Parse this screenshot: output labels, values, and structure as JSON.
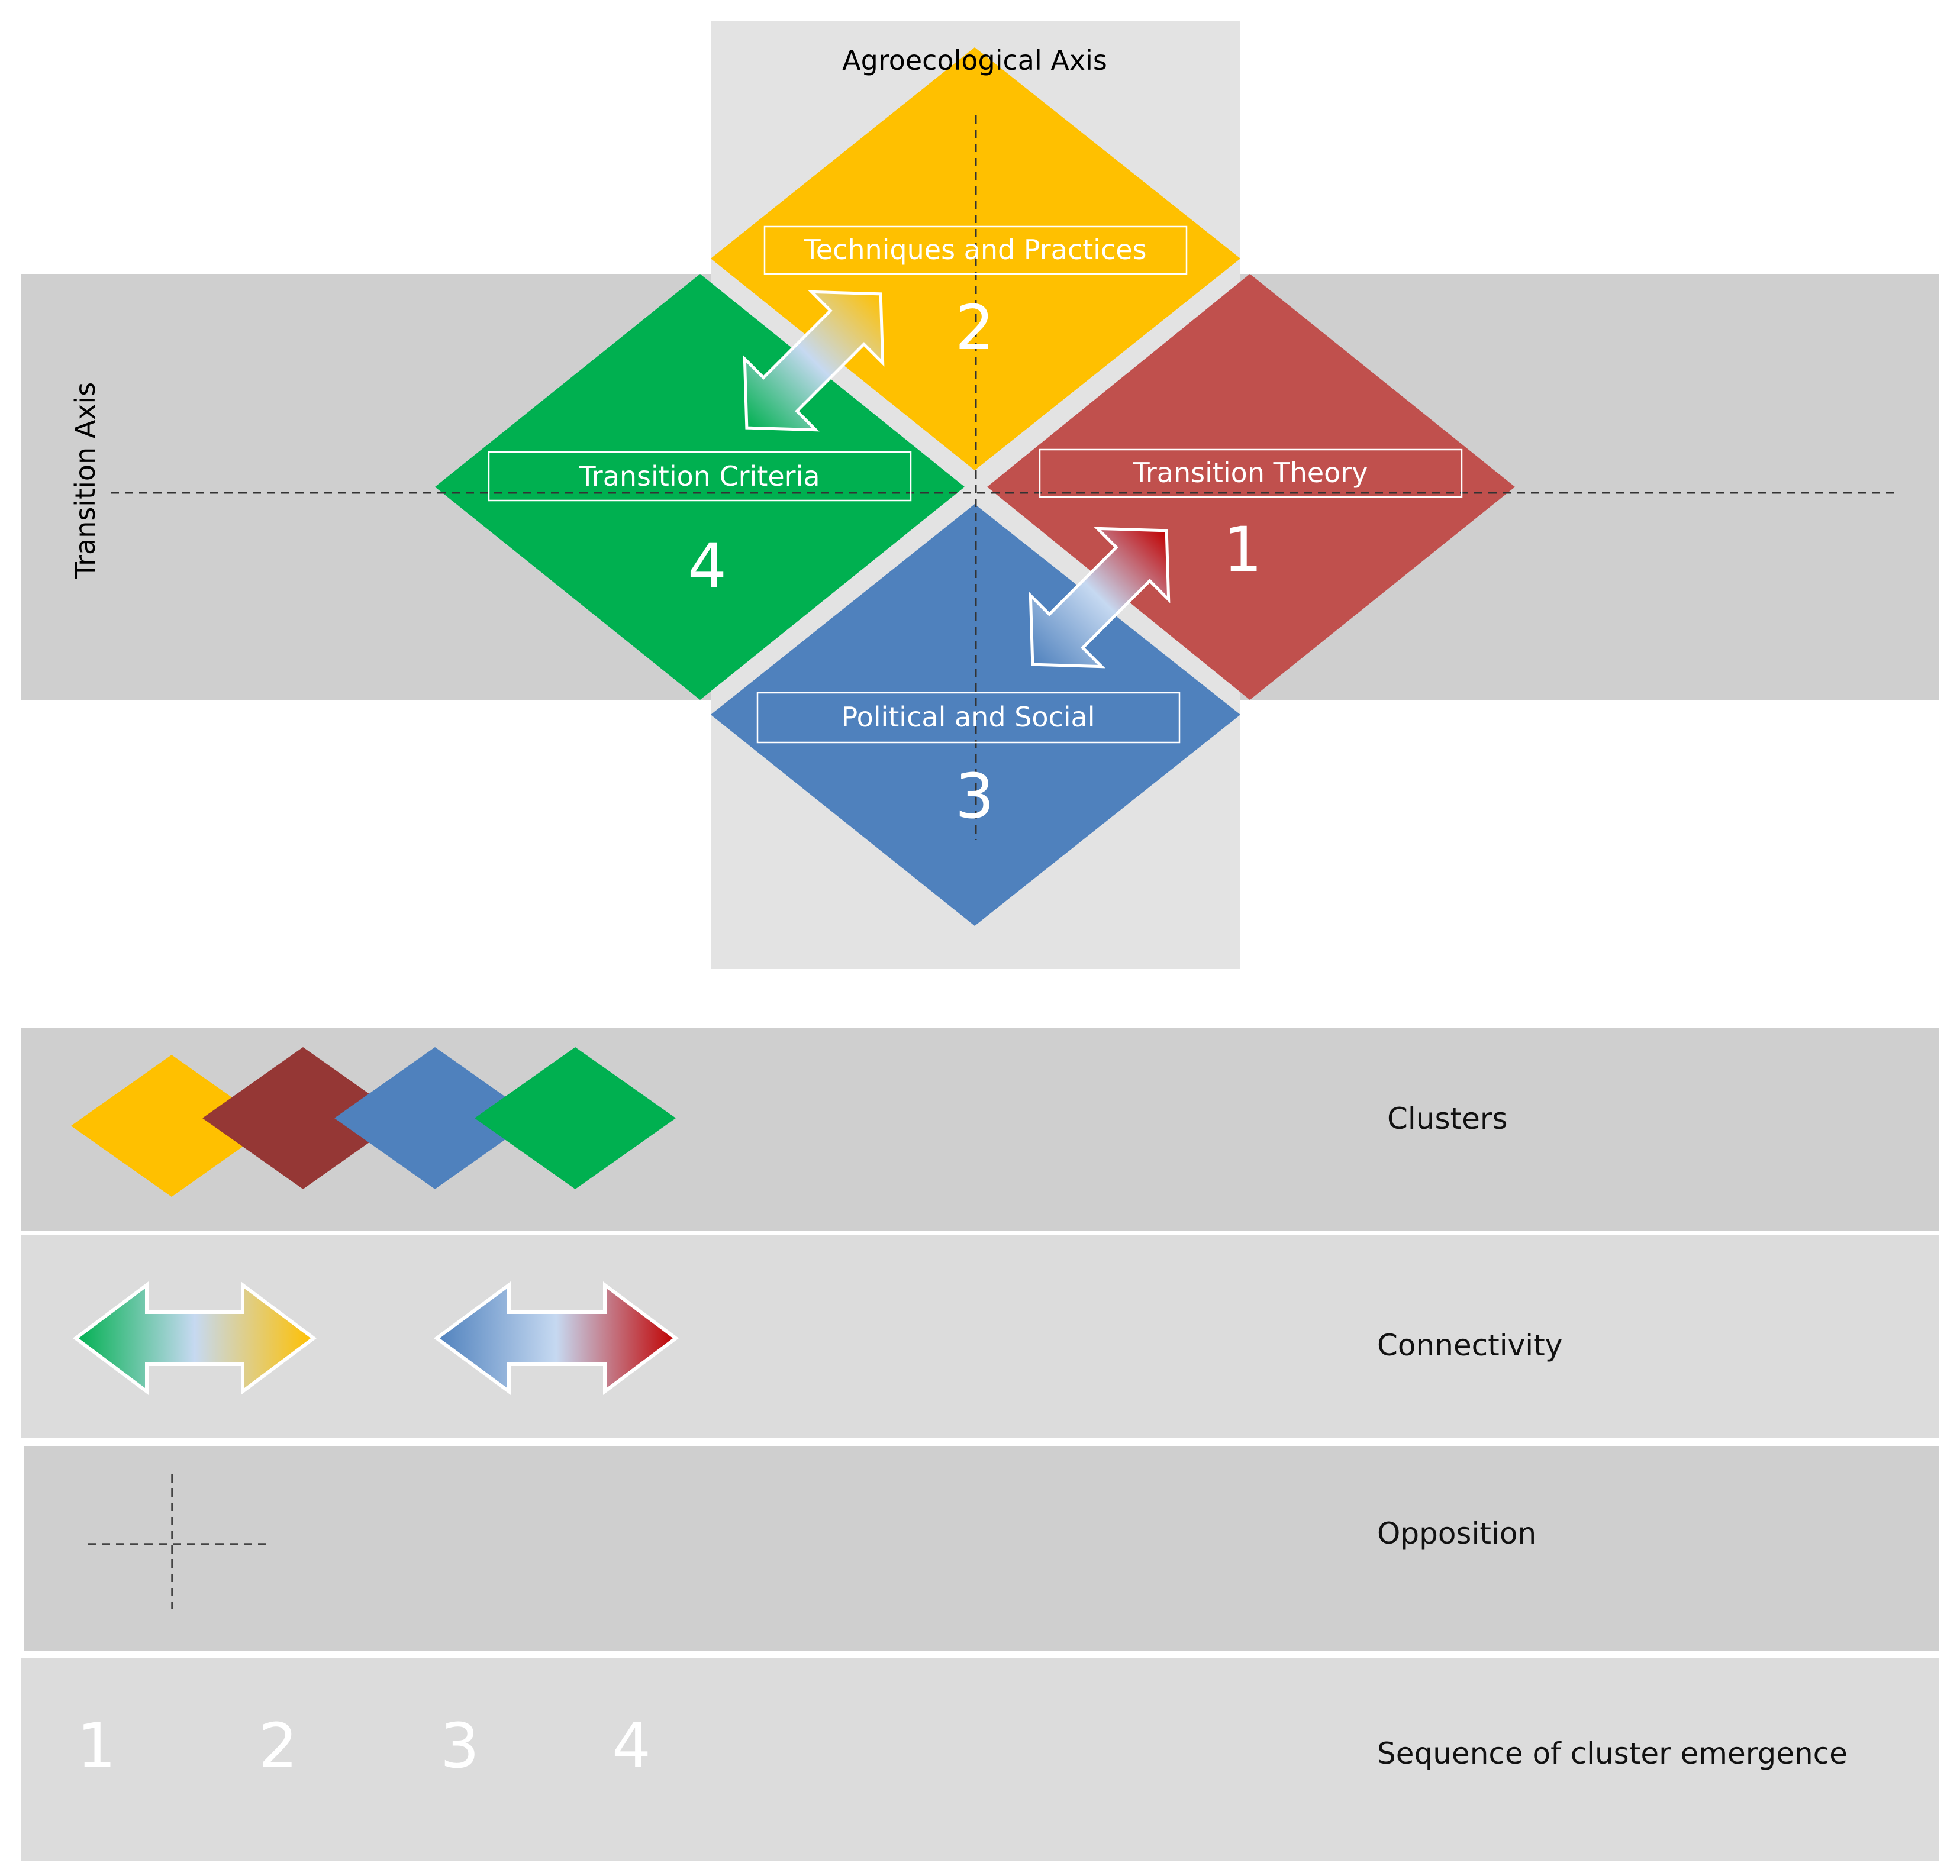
{
  "axes": {
    "agroecological": "Agroecological Axis",
    "transition": "Transition Axis"
  },
  "clusters": {
    "techniques": {
      "label": "Techniques and Practices",
      "number": "2",
      "color": "#FFC000"
    },
    "theory": {
      "label": "Transition Theory",
      "number": "1",
      "color": "#C0504D"
    },
    "political": {
      "label": "Political and Social",
      "number": "3",
      "color": "#4F81BD"
    },
    "criteria": {
      "label": "Transition Criteria",
      "number": "4",
      "color": "#00B050"
    }
  },
  "legend": {
    "clusters": "Clusters",
    "connectivity": "Connectivity",
    "opposition": "Opposition",
    "sequence": "Sequence of cluster emergence",
    "sequence_numbers": [
      "1",
      "2",
      "3",
      "4"
    ],
    "cluster_colors": [
      "#FFC000",
      "#953735",
      "#4F81BD",
      "#00B050"
    ]
  },
  "colors": {
    "band_dark": "#CFCFCF",
    "band_light": "#E3E3E3",
    "row_light": "#DCDCDC"
  }
}
